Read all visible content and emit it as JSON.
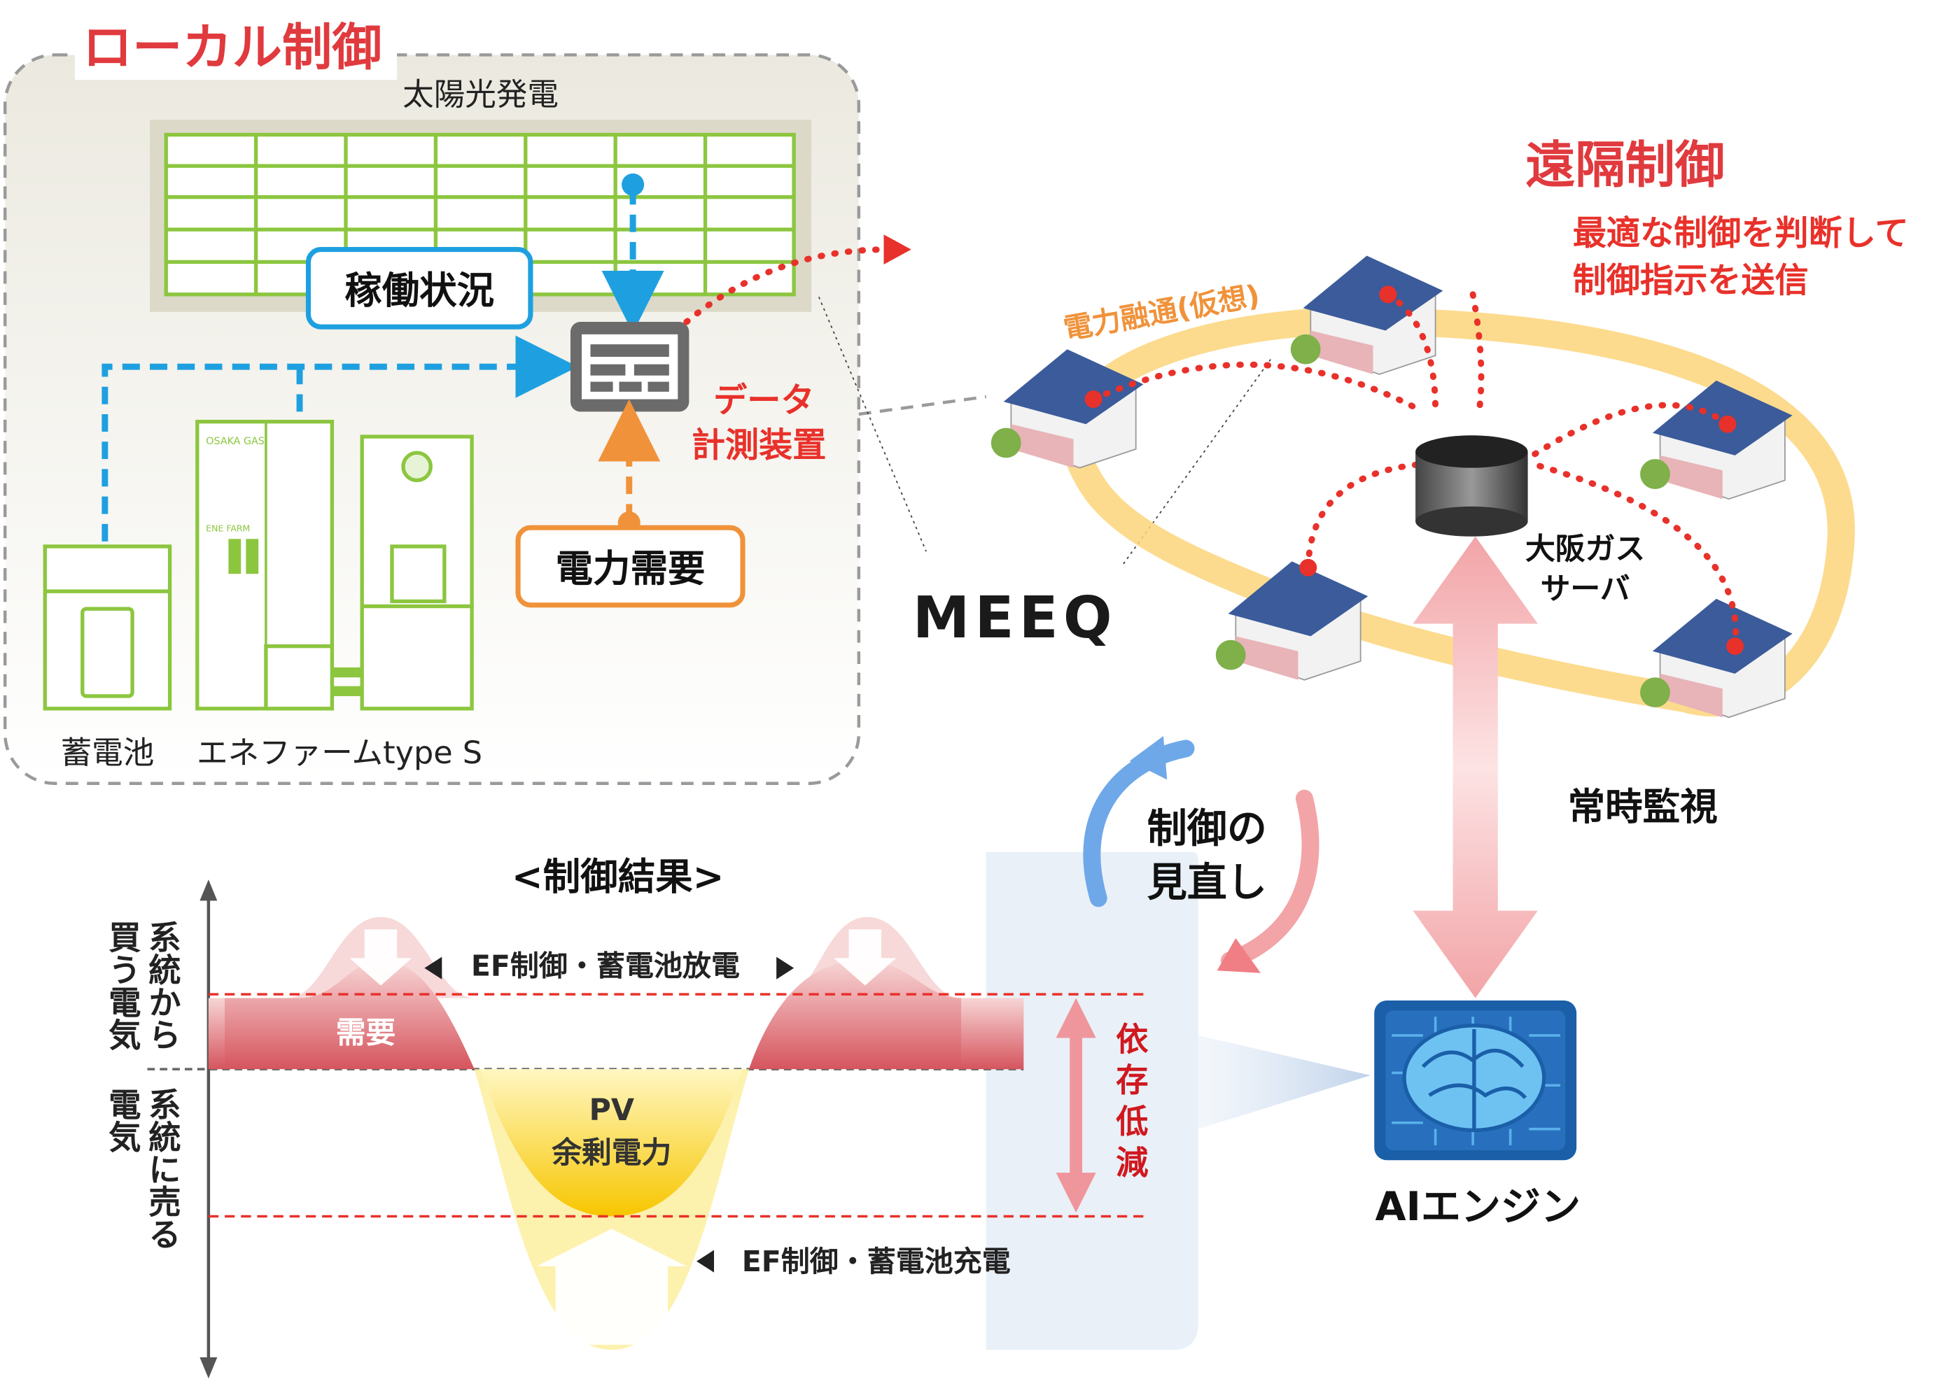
{
  "local": {
    "title": "ローカル制御",
    "solar_label": "太陽光発電",
    "status_box": "稼働状況",
    "device_label_1": "データ",
    "device_label_2": "計測装置",
    "demand_box": "電力需要",
    "battery_label": "蓄電池",
    "enefarm_label": "エネファームtype S",
    "brand_osaka": "OSAKA GAS",
    "brand_enefarm": "ENE FARM"
  },
  "remote": {
    "title": "遠隔制御",
    "subtitle_1": "最適な制御を判断して",
    "subtitle_2": "制御指示を送信",
    "virtual_exchange": "電力融通(仮想)",
    "server_1": "大阪ガス",
    "server_2": "サーバ",
    "monitoring": "常時監視",
    "ai_label": "AIエンジン"
  },
  "meeq": "MEEQ",
  "review": {
    "line_1": "制御の",
    "line_2": "見直し"
  },
  "result": {
    "title": "<制御結果>",
    "axis_buy": [
      "系統から",
      "買う電気"
    ],
    "axis_sell": [
      "系統に売る",
      "電気"
    ],
    "demand": "需要",
    "pv_1": "PV",
    "pv_2": "余剰電力",
    "discharge": "EF制御・蓄電池放電",
    "charge": "EF制御・蓄電池充電",
    "reduce": [
      "依",
      "存",
      "低",
      "減"
    ]
  },
  "colors": {
    "red": "#e8312a",
    "title_red": "#e03a3e",
    "blue": "#1ea0e0",
    "orange": "#f0923a",
    "green": "#8cc63f",
    "yellow": "#f5c500"
  }
}
